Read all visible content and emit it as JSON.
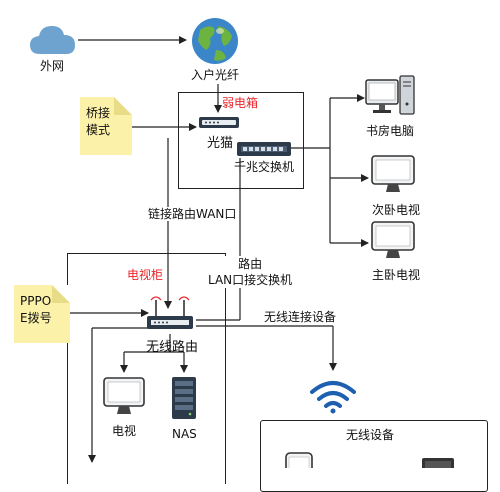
{
  "nodes": {
    "cloud": "外网",
    "fiber": "入户光纤",
    "weak_box": "弱电箱",
    "modem": "光猫",
    "gigabit_switch": "千兆交换机",
    "study_pc": "书房电脑",
    "second_tv": "次卧电视",
    "master_tv": "主卧电视",
    "wan_link": "链接路由WAN口",
    "router_lan_line1": "路由",
    "router_lan_line2": "LAN口接交换机",
    "tv_cabinet": "电视柜",
    "wireless_router": "无线路由",
    "wireless_connect": "无线连接设备",
    "tv": "电视",
    "nas": "NAS",
    "wireless_devices": "无线设备"
  },
  "notes": {
    "bridge_line1": "桥接",
    "bridge_line2": "模式",
    "pppoe_line1": "PPPO",
    "pppoe_line2": "E拨号"
  },
  "colors": {
    "accent_red": "#e8262b",
    "note_yellow": "#fbf1a8",
    "cloud_blue": "#6ea3cf",
    "line": "#222222"
  }
}
